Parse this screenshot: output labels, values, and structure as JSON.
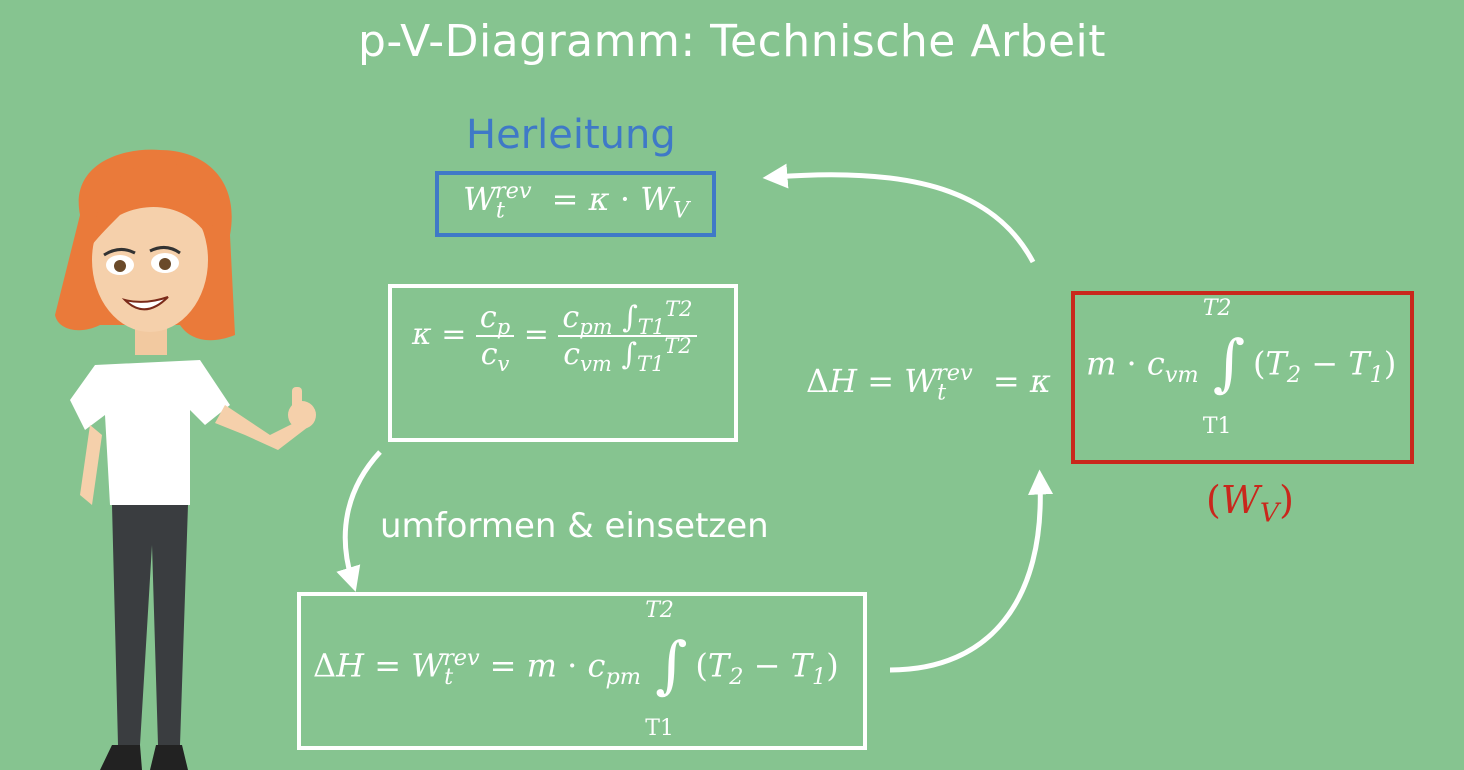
{
  "title": "p-V-Diagramm: Technische Arbeit",
  "subtitle": "Herleitung",
  "label_transform": "umformen & einsetzen",
  "formulas": {
    "result": "W_t^rev = κ · W_V",
    "kappa": "κ = c_p / c_v = (c_pm ∫_T1^T2) / (c_vm ∫_T1^T2)",
    "enthalpy_cp": "ΔH = W_t^rev = m · c_pm ∫_T1^T2 (T_2 − T_1)",
    "enthalpy_cv": "ΔH = W_t^rev = κ m · c_vm ∫_T1^T2 (T_2 − T_1)",
    "wv_label": "(W_V)"
  },
  "colors": {
    "background": "#86c490",
    "subtitle": "#3f79c7",
    "highlight_box": "#c9271c",
    "boxes": "#ffffff"
  }
}
